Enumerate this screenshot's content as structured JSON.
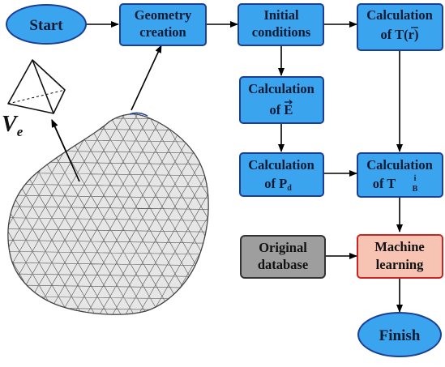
{
  "diagram": {
    "start": "Start",
    "finish": "Finish",
    "geometry": [
      "Geometry",
      "creation"
    ],
    "initial": [
      "Initial",
      "conditions"
    ],
    "calc_T": {
      "line1": "Calculation",
      "line2_prefix": "of T(",
      "vec": "r",
      "line2_suffix": ")"
    },
    "calc_E": {
      "line1": "Calculation",
      "line2_prefix": "of ",
      "vec": "E"
    },
    "calc_Pd": {
      "line1": "Calculation",
      "line2_prefix": "of P",
      "sub": "d"
    },
    "calc_TB": {
      "line1": "Calculation",
      "line2_prefix": "of T",
      "sup": "i",
      "sub": "B"
    },
    "original_db": [
      "Original",
      "database"
    ],
    "ml": [
      "Machine",
      "learning"
    ],
    "element_label": {
      "base": "V",
      "sub": "e"
    }
  },
  "colors": {
    "blue_fill": "#3aa4ef",
    "blue_stroke": "#1c3f95",
    "gray_fill": "#9e9e9e",
    "pink_fill": "#f7c4b3",
    "pink_stroke": "#cc2222",
    "mesh_fill": "#e6e6e6",
    "mesh_stroke": "#555555"
  }
}
